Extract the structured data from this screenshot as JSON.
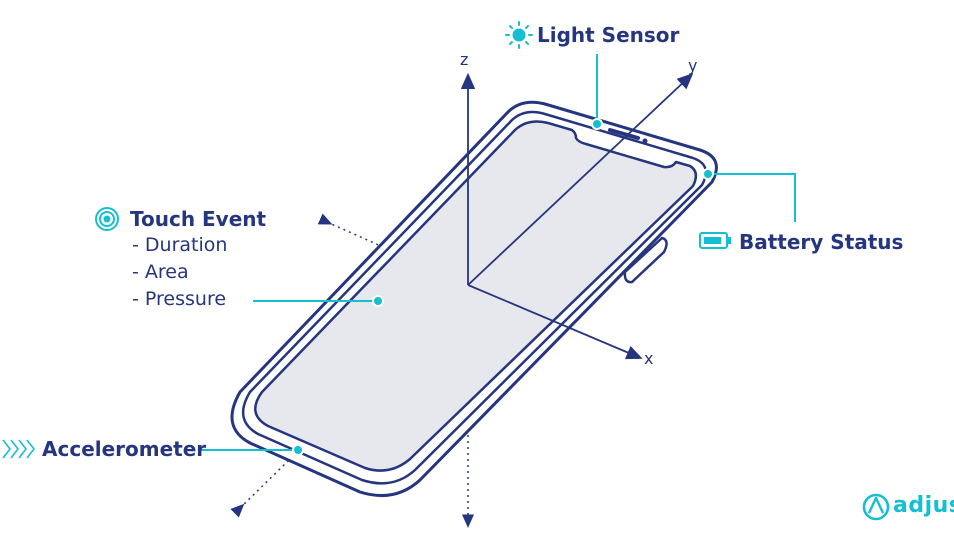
{
  "colors": {
    "navy": "#26357f",
    "accent": "#14bfd2",
    "screen": "#e6e8ee",
    "white": "#ffffff"
  },
  "callouts": {
    "light_sensor": {
      "label": "Light Sensor",
      "icon": "sun-icon"
    },
    "battery_status": {
      "label": "Battery Status",
      "icon": "battery-icon"
    },
    "touch_event": {
      "label": "Touch Event",
      "icon": "touch-target-icon",
      "details": [
        "- Duration",
        "- Area",
        "- Pressure"
      ]
    },
    "accelerometer": {
      "label": "Accelerometer",
      "icon": "chevrons-right-icon"
    }
  },
  "axes": {
    "x": "x",
    "y": "y",
    "z": "z"
  },
  "logo": {
    "text": "adjust",
    "icon": "adjust-logo-icon"
  }
}
